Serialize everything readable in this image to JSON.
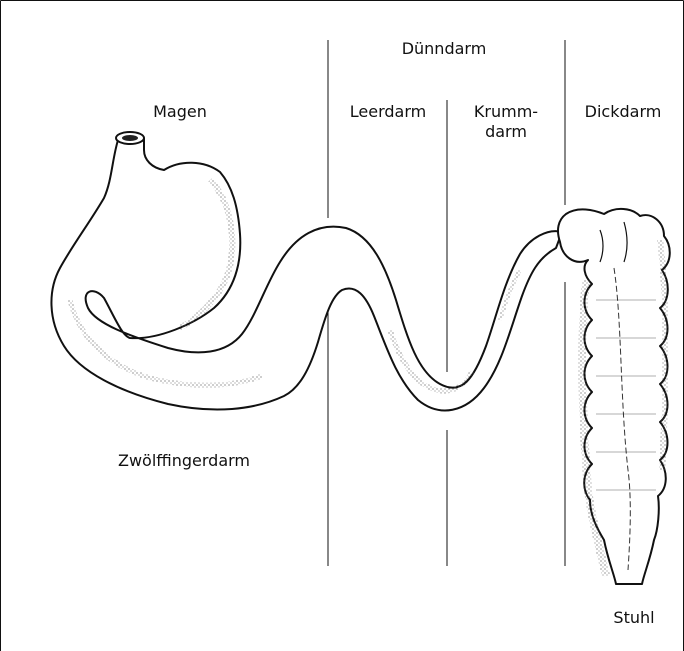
{
  "diagram": {
    "labels": {
      "magen": "Magen",
      "duenndarm": "Dünndarm",
      "leerdarm": "Leerdarm",
      "krummdarm": "Krumm-\ndarm",
      "dickdarm": "Dickdarm",
      "zwoelffingerdarm": "Zwölffingerdarm",
      "stuhl": "Stuhl"
    },
    "colors": {
      "ink": "#111111",
      "background": "#ffffff",
      "stipple": "#555555"
    }
  }
}
